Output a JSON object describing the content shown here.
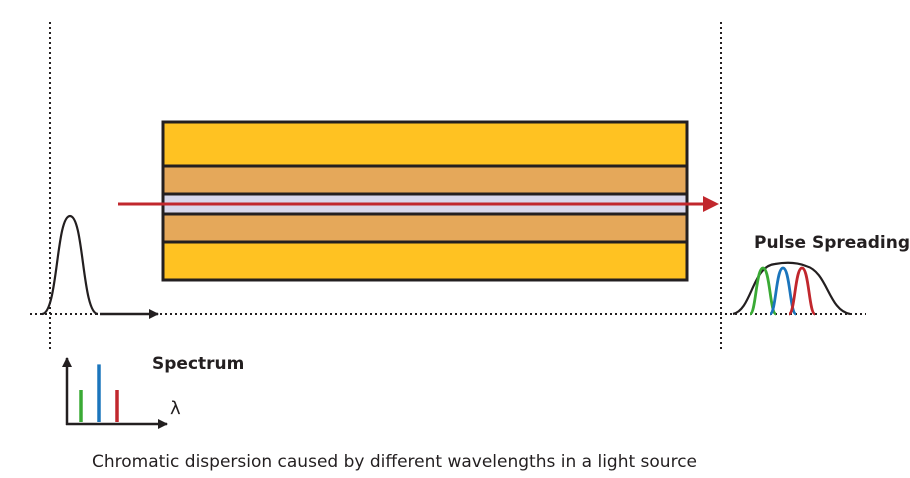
{
  "labels": {
    "spectrum": "Spectrum",
    "lambda": "λ",
    "pulse_spreading": "Pulse Spreading",
    "caption": "Chromatic dispersion caused by different wavelengths in a light source"
  },
  "colors": {
    "outer_cladding": "#FFC222",
    "inner_cladding": "#E5A85A",
    "core": "#D8D8EC",
    "outline": "#231F20",
    "ray": "#C1272D",
    "spectral_green": "#3AAA35",
    "spectral_blue": "#1B75BC",
    "spectral_red": "#C1272D"
  },
  "spectrum_lines": [
    {
      "color_key": "spectral_green",
      "relative_height": 0.5
    },
    {
      "color_key": "spectral_blue",
      "relative_height": 0.9
    },
    {
      "color_key": "spectral_red",
      "relative_height": 0.5
    }
  ]
}
